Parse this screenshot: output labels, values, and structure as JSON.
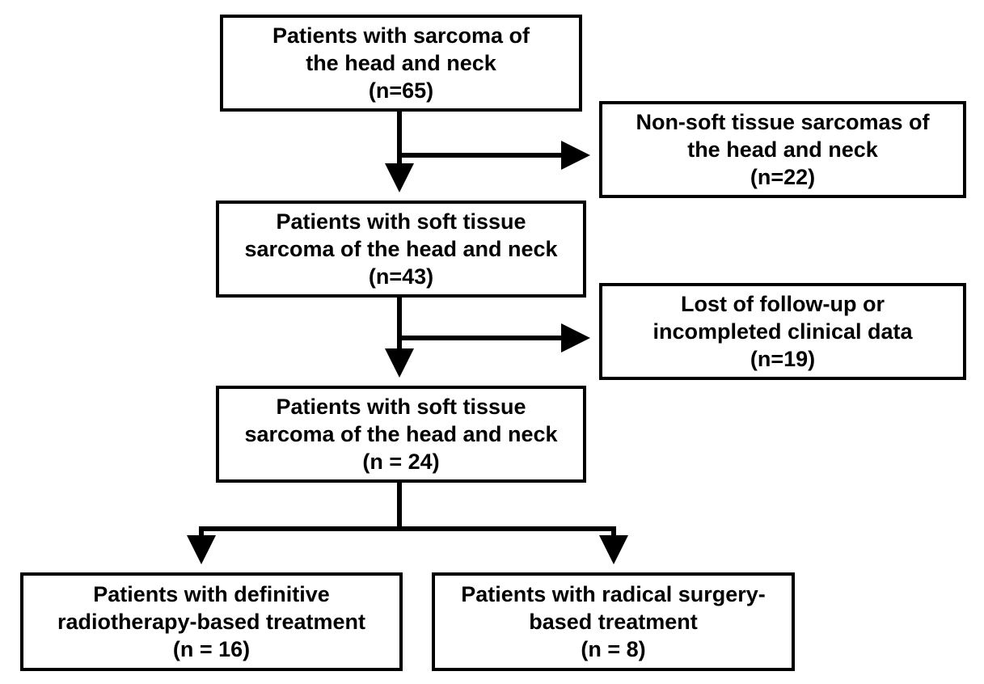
{
  "boxes": {
    "total": {
      "line1": "Patients with sarcoma of",
      "line2": "the head and neck",
      "count": "(n=65)"
    },
    "excluded_non_soft_tissue": {
      "line1": "Non-soft tissue sarcomas of",
      "line2": "the head and neck",
      "count": "(n=22)"
    },
    "soft_tissue": {
      "line1": "Patients with soft tissue",
      "line2": "sarcoma of the head and neck",
      "count": "(n=43)"
    },
    "excluded_lost": {
      "line1": "Lost of follow-up or",
      "line2": "incompleted clinical data",
      "count": "(n=19)"
    },
    "final": {
      "line1": "Patients with soft tissue",
      "line2": "sarcoma of the head and neck",
      "count": "(n = 24)"
    },
    "radiotherapy": {
      "line1": "Patients with definitive",
      "line2": "radiotherapy-based treatment",
      "count": "(n = 16)"
    },
    "surgery": {
      "line1": "Patients with radical surgery-",
      "line2": "based treatment",
      "count": "(n = 8)"
    }
  },
  "colors": {
    "stroke": "#000000",
    "background": "#ffffff"
  }
}
